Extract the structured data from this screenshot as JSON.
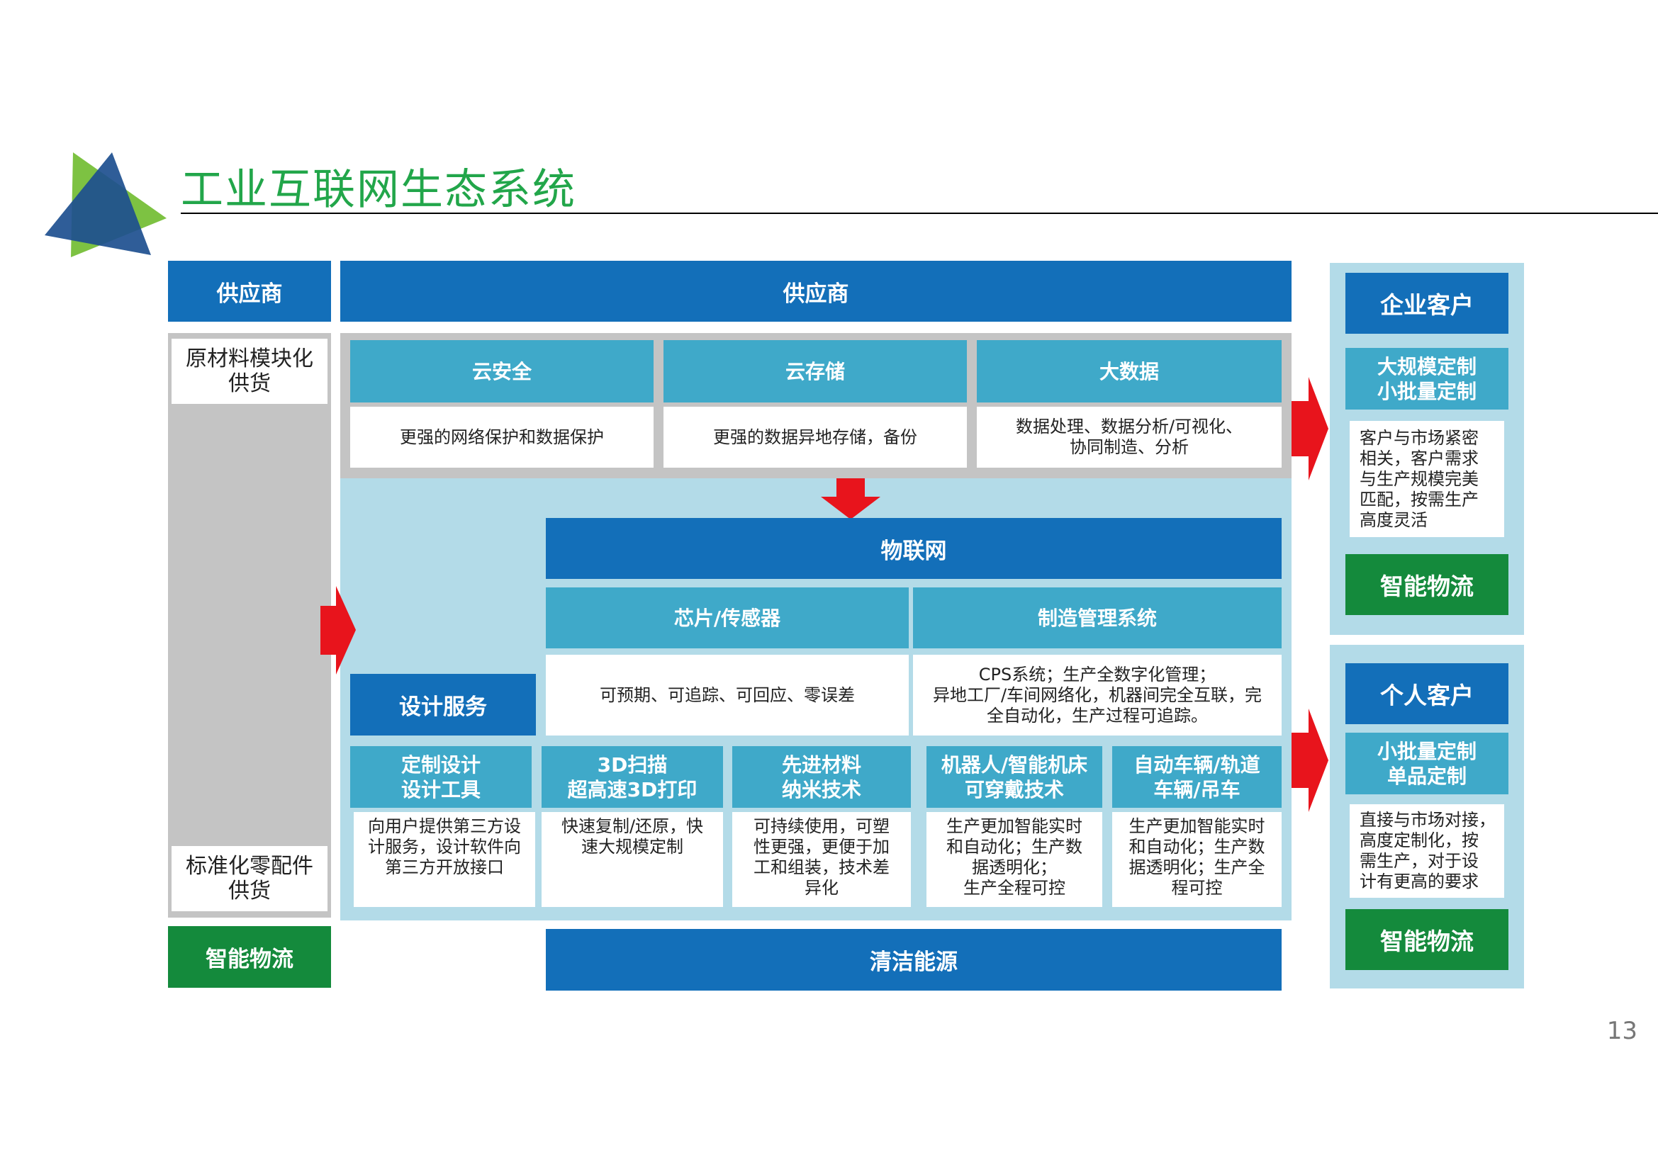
{
  "title": "工业互联网生态系统",
  "page_number": "13",
  "colors": {
    "dark_blue": "#136fb9",
    "teal": "#3fa9c9",
    "green": "#148a3c",
    "light_blue": "#b3dbe8",
    "gray": "#c4c4c4",
    "arrow_red": "#e8141c",
    "title_green": "#22a64a"
  },
  "left_col": {
    "header": "供应商",
    "top_item": "原材料模块化\n供货",
    "bottom_item": "标准化零配件\n供货",
    "footer": "智能物流"
  },
  "center": {
    "header": "供应商",
    "cloud": [
      {
        "title": "云安全",
        "desc": "更强的网络保护和数据保护"
      },
      {
        "title": "云存储",
        "desc": "更强的数据异地存储，备份"
      },
      {
        "title": "大数据",
        "desc": "数据处理、数据分析/可视化、\n协同制造、分析"
      }
    ],
    "iot": {
      "header": "物联网",
      "items": [
        {
          "title": "芯片/传感器",
          "desc": "可预期、可追踪、可回应、零误差"
        },
        {
          "title": "制造管理系统",
          "desc": "CPS系统；生产全数字化管理；\n异地工厂/车间网络化，机器间完全互联，完\n全自动化，生产过程可追踪。"
        }
      ]
    },
    "design_service": "设计服务",
    "tech": [
      {
        "title": "定制设计\n设计工具",
        "desc": "向用户提供第三方设\n计服务，设计软件向\n第三方开放接口"
      },
      {
        "title": "3D扫描\n超高速3D打印",
        "desc": "快速复制/还原，快\n速大规模定制"
      },
      {
        "title": "先进材料\n纳米技术",
        "desc": "可持续使用，可塑\n性更强，更便于加\n工和组装，技术差\n异化"
      },
      {
        "title": "机器人/智能机床\n可穿戴技术",
        "desc": "生产更加智能实时\n和自动化；生产数\n据透明化；\n生产全程可控"
      },
      {
        "title": "自动车辆/轨道\n车辆/吊车",
        "desc": "生产更加智能实时\n和自动化；生产数\n据透明化；生产全\n程可控"
      }
    ],
    "energy": "清洁能源"
  },
  "right_col": {
    "enterprise": {
      "header": "企业客户",
      "sub": "大规模定制\n小批量定制",
      "desc": "客户与市场紧密\n相关，客户需求\n与生产规模完美\n匹配，按需生产\n高度灵活",
      "footer": "智能物流"
    },
    "personal": {
      "header": "个人客户",
      "sub": "小批量定制\n单品定制",
      "desc": "直接与市场对接，\n高度定制化，按\n需生产，对于设\n计有更高的要求",
      "footer": "智能物流"
    }
  }
}
